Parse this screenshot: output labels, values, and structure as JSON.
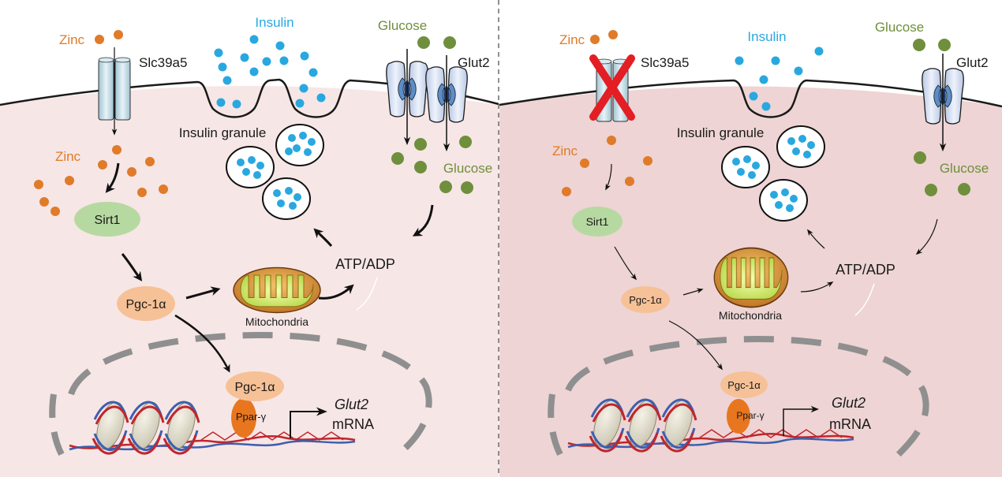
{
  "colors": {
    "zinc": "#e07b2a",
    "insulin": "#29a8e0",
    "glucose": "#6f8f3c",
    "cytoplasm_left": "#f7e6e6",
    "cytoplasm_right": "#eed4d4"
  },
  "left": {
    "zinc": "Zinc",
    "insulin": "Insulin",
    "glucose": "Glucose",
    "slc39a5": "Slc39a5",
    "glut2": "Glut2",
    "zinc_in": "Zinc",
    "sirt1": "Sirt1",
    "insulin_granule": "Insulin granule",
    "glucose_in": "Glucose",
    "atp_adp": "ATP/ADP",
    "pgc1a": "Pgc-1α",
    "mitochondria": "Mitochondria",
    "pgc1a_nucleus": "Pgc-1α",
    "ppar": "Ppar-γ",
    "glut2_gene": "Glut2",
    "mrna": "mRNA"
  },
  "right": {
    "zinc": "Zinc",
    "insulin": "Insulin",
    "glucose": "Glucose",
    "slc39a5": "Slc39a5",
    "glut2": "Glut2",
    "zinc_in": "Zinc",
    "sirt1": "Sirt1",
    "insulin_granule": "Insulin granule",
    "glucose_in": "Glucose",
    "atp_adp": "ATP/ADP",
    "pgc1a": "Pgc-1α",
    "mitochondria": "Mitochondria",
    "pgc1a_nucleus": "Pgc-1α",
    "ppar": "Ppar-γ",
    "glut2_gene": "Glut2",
    "mrna": "mRNA"
  }
}
